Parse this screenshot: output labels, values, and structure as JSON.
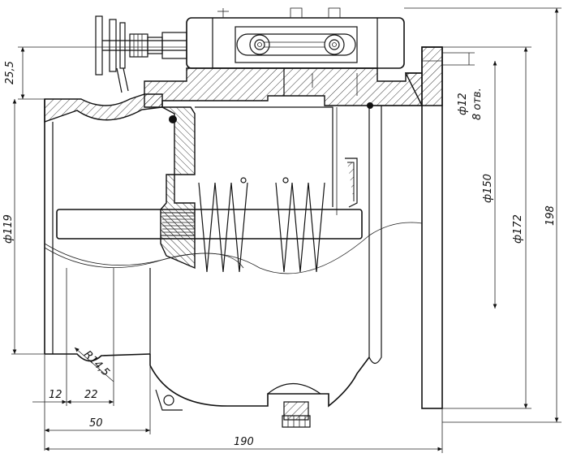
{
  "dimensions": {
    "d_25_5": "25,5",
    "d_119": "ф119",
    "d_12": "ф12",
    "d_8holes": "8 отв.",
    "d_150": "ф150",
    "d_172": "ф172",
    "d_198": "198",
    "d_r14_5": "R14,5",
    "d_12_lin": "12",
    "d_22": "22",
    "d_50": "50",
    "d_190": "190"
  }
}
